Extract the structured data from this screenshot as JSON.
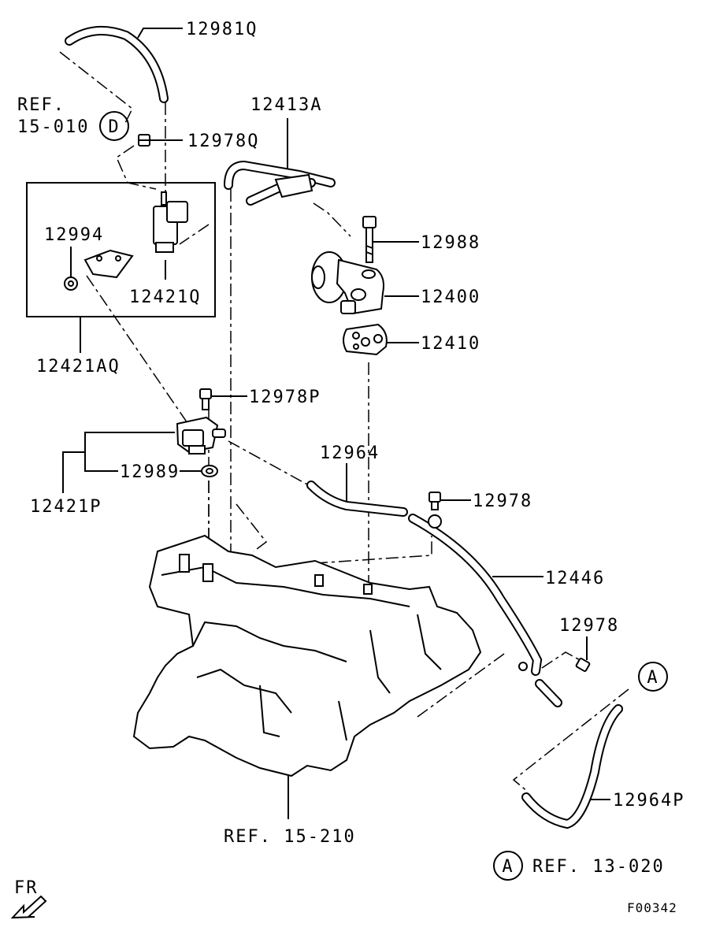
{
  "labels": {
    "p12981Q": "12981Q",
    "ref_top_1": "REF.",
    "ref_top_2": "15-010",
    "circle_d": "D",
    "p12978Q": "12978Q",
    "p12413A": "12413A",
    "p12994": "12994",
    "p12421Q": "12421Q",
    "p12988": "12988",
    "p12400": "12400",
    "p12410": "12410",
    "p12421AQ": "12421AQ",
    "p12978P": "12978P",
    "p12964": "12964",
    "p12989": "12989",
    "p12421P": "12421P",
    "p12978_a": "12978",
    "p12446": "12446",
    "p12978_b": "12978",
    "circle_a_top": "A",
    "p12964P": "12964P",
    "ref_bottom": "REF. 15-210",
    "circle_a_bottom": "A",
    "ref_a": "REF. 13-020",
    "fr": "FR",
    "figure_code": "F00342"
  }
}
